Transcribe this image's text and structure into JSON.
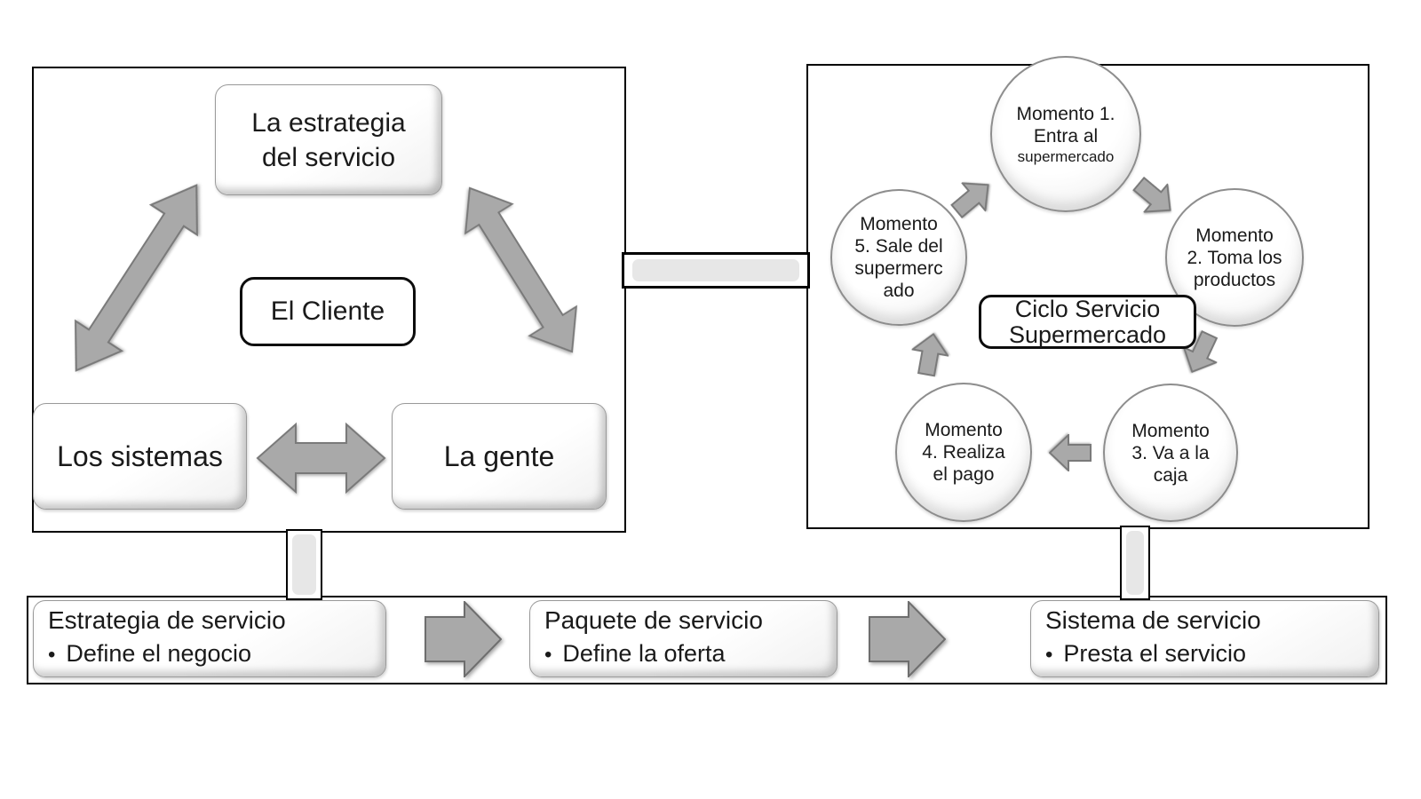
{
  "colors": {
    "arrow_fill": "#a9a9a9",
    "arrow_stroke": "#7a7a7a",
    "panel_border": "#000000",
    "connector_fill": "#e7e7e7"
  },
  "service_triangle": {
    "strategy_l1": "La estrategia",
    "strategy_l2": "del servicio",
    "client": "El Cliente",
    "systems": "Los sistemas",
    "people": "La gente"
  },
  "service_cycle": {
    "center_l1": "Ciclo Servicio",
    "center_l2": "Supermercado",
    "moment1": {
      "l1": "Momento 1.",
      "l2": "Entra al",
      "l3": "supermercado"
    },
    "moment2": {
      "l1": "Momento",
      "l2": "2. Toma los",
      "l3": "productos"
    },
    "moment3": {
      "l1": "Momento",
      "l2": "3. Va a la",
      "l3": "caja"
    },
    "moment4": {
      "l1": "Momento",
      "l2": "4. Realiza",
      "l3": "el pago"
    },
    "moment5": {
      "l1": "Momento",
      "l2": "5. Sale del",
      "l3": "supermerc",
      "l4": "ado"
    }
  },
  "process_flow": {
    "bullet_glyph": "•",
    "steps": [
      {
        "title": "Estrategia de servicio",
        "bullet": "Define el negocio"
      },
      {
        "title": "Paquete de servicio",
        "bullet": "Define la oferta"
      },
      {
        "title": "Sistema de servicio",
        "bullet": "Presta el servicio"
      }
    ]
  }
}
